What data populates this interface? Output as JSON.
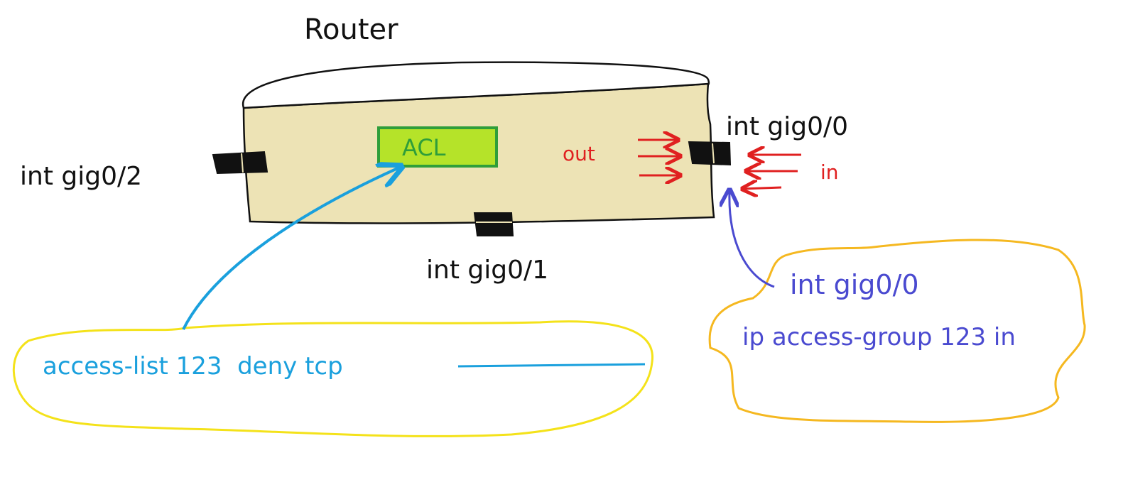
{
  "title": "Router",
  "router": {
    "fill": "#ede3b5",
    "acl_label": "ACL",
    "acl_fill": "#b5e329",
    "acl_border": "#2f9e3a"
  },
  "interfaces": {
    "gig0_0": "int gig0/0",
    "gig0_1": "int gig0/1",
    "gig0_2": "int gig0/2"
  },
  "directions": {
    "out": "out",
    "in": "in"
  },
  "callouts": {
    "acl_command": "access-list 123  deny tcp",
    "interface_command": "int gig0/0",
    "access_group_command": "ip access-group 123 in"
  },
  "colors": {
    "ink": "#111111",
    "direction_red": "#e02020",
    "acl_blue": "#1aa0dd",
    "iface_blue": "#4a4ad0",
    "yellow_outline": "#f4e21a",
    "orange_outline": "#f5b820"
  }
}
